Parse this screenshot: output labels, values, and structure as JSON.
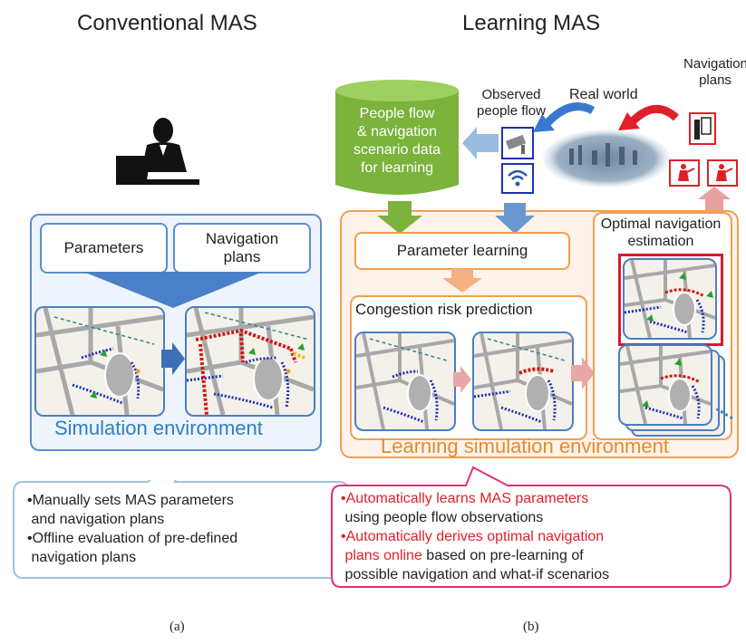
{
  "left": {
    "title": "Conventional MAS",
    "params_label": "Parameters",
    "nav_plans_label_1": "Navigation",
    "nav_plans_label_2": "plans",
    "env_label": "Simulation environment",
    "bullets": [
      "•Manually sets MAS parameters",
      " and navigation plans",
      "•Offline evaluation of pre-defined",
      " navigation plans"
    ],
    "caption": "(a)"
  },
  "right": {
    "title": "Learning MAS",
    "db_label": [
      "People flow",
      "& navigation",
      "scenario data",
      "for learning"
    ],
    "observed_label": [
      "Observed",
      "people flow"
    ],
    "real_world_label": "Real world",
    "nav_plans_label": [
      "Navigation",
      "plans"
    ],
    "param_learning_label": "Parameter learning",
    "congestion_label": "Congestion risk prediction",
    "optimal_label": [
      "Optimal navigation",
      "estimation"
    ],
    "env_label": "Learning simulation environment",
    "bullets": [
      {
        "red": "•Automatically learns MAS parameters",
        "black": ""
      },
      {
        "red": "",
        "black": " using people flow observations"
      },
      {
        "red": "•Automatically derives optimal navigation",
        "black": ""
      },
      {
        "red": " plans online",
        "black": " based on pre-learning of"
      },
      {
        "red": "",
        "black": " possible navigation and what-if scenarios"
      }
    ],
    "caption": "(b)"
  },
  "colors": {
    "blue_frame": "#5b8ed0",
    "orange_frame": "#f0a050",
    "green_db": "#7bb33c",
    "red_text": "#e0202a",
    "env_blue_text": "#2f7fc0",
    "env_orange_text": "#e8892a"
  }
}
